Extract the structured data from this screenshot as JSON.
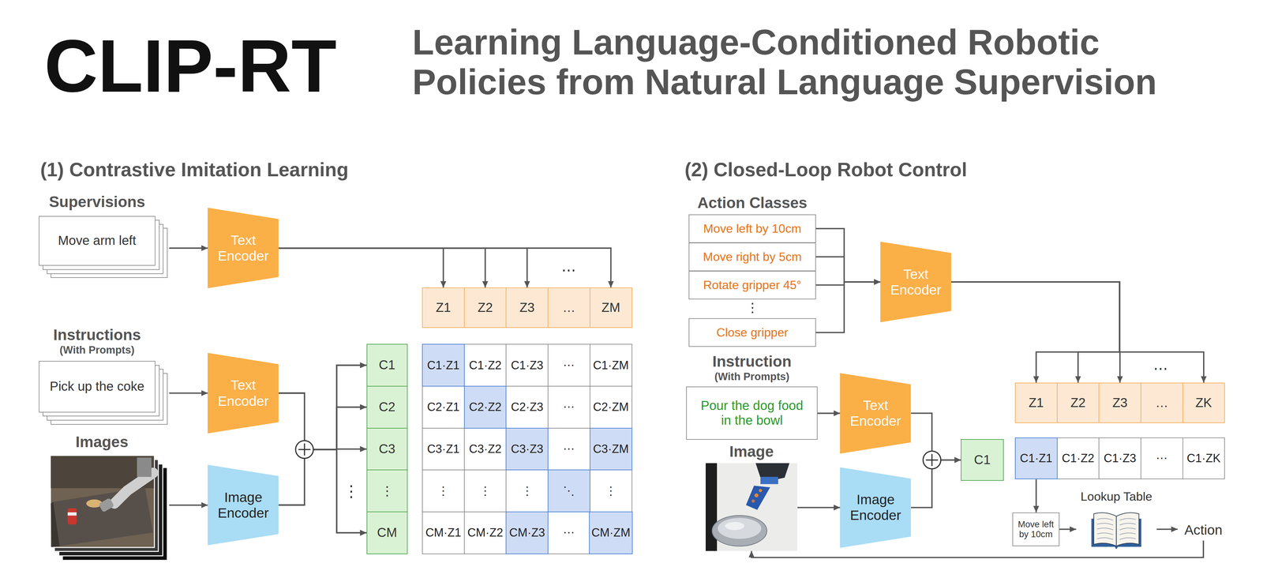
{
  "diagram": {
    "title": "CLIP-RT",
    "nodes": [
      {
        "text": [
          "Supervisions",
          "Move arm left"
        ]
      },
      {
        "text": [
          "Text Encoder"
        ]
      },
      {
        "text": [
          "Instructions",
          "(With Prompts)",
          "Pick up the coke"
        ]
      },
      {
        "text": [
          "Text Encoder"
        ]
      },
      {
        "text": [
          "Images"
        ]
      },
      {
        "text": [
          "Image Encoder"
        ]
      },
      {
        "text": [
          "Z1"
        ]
      },
      {
        "text": [
          "Z2"
        ]
      },
      {
        "text": [
          "Z3"
        ]
      },
      {
        "text": [
          "…"
        ]
      },
      {
        "text": [
          "ZM"
        ]
      },
      {
        "text": [
          "C1"
        ]
      },
      {
        "text": [
          "C2"
        ]
      },
      {
        "text": [
          "C3"
        ]
      },
      {
        "text": [
          "⋮"
        ]
      },
      {
        "text": [
          "CM"
        ]
      },
      {
        "text": [
          "C1·Z1"
        ]
      },
      {
        "text": [
          "C1·Z2"
        ]
      },
      {
        "text": [
          "C1·Z3"
        ]
      },
      {
        "text": [
          "⋯"
        ]
      },
      {
        "text": [
          "C1·ZM"
        ]
      },
      {
        "text": [
          "C2·Z1"
        ]
      },
      {
        "text": [
          "C2·Z2"
        ]
      },
      {
        "text": [
          "C2·Z3"
        ]
      },
      {
        "text": [
          "⋯"
        ]
      },
      {
        "text": [
          "C2·ZM"
        ]
      },
      {
        "text": [
          "C3·Z1"
        ]
      },
      {
        "text": [
          "C3·Z2"
        ]
      },
      {
        "text": [
          "C3·Z3"
        ]
      },
      {
        "text": [
          "⋯"
        ]
      },
      {
        "text": [
          "C3·ZM"
        ]
      },
      {
        "text": [
          "⋮"
        ]
      },
      {
        "text": [
          "⋮"
        ]
      },
      {
        "text": [
          "⋮"
        ]
      },
      {
        "text": [
          "⋱"
        ]
      },
      {
        "text": [
          "⋮"
        ]
      },
      {
        "text": [
          "CM·Z1"
        ]
      },
      {
        "text": [
          "CM·Z2"
        ]
      },
      {
        "text": [
          "CM·Z3"
        ]
      },
      {
        "text": [
          "⋯"
        ]
      },
      {
        "text": [
          "CM·ZM"
        ]
      },
      {
        "text": [
          "Move left by 10cm"
        ]
      },
      {
        "text": [
          "Move right by 5cm"
        ]
      },
      {
        "text": [
          "Rotate gripper 45°"
        ]
      },
      {
        "text": [
          "Close gripper"
        ]
      },
      {
        "text": [
          "Text Encoder"
        ]
      },
      {
        "text": [
          "Instruction",
          "(With Prompts)",
          "Pour the dog food in the bowl"
        ]
      },
      {
        "text": [
          "Text Encoder"
        ]
      },
      {
        "text": [
          "Image"
        ]
      },
      {
        "text": [
          "Image Encoder"
        ]
      },
      {
        "text": [
          "C1"
        ]
      },
      {
        "text": [
          "Z1"
        ]
      },
      {
        "text": [
          "Z2"
        ]
      },
      {
        "text": [
          "Z3"
        ]
      },
      {
        "text": [
          "…"
        ]
      },
      {
        "text": [
          "ZK"
        ]
      },
      {
        "text": [
          "C1·Z1"
        ]
      },
      {
        "text": [
          "C1·Z2"
        ]
      },
      {
        "text": [
          "C1·Z3"
        ]
      },
      {
        "text": [
          "⋯"
        ]
      },
      {
        "text": [
          "C1·ZK"
        ]
      },
      {
        "text": [
          "Move left by 10cm"
        ]
      },
      {
        "text": [
          "Lookup Table"
        ]
      },
      {
        "text": [
          "Action"
        ]
      }
    ],
    "edges": [
      {
        "from": 0,
        "to": 1,
        "arrow": "to"
      },
      {
        "from": 2,
        "to": 3,
        "arrow": "to"
      },
      {
        "from": 4,
        "to": 5,
        "arrow": "to"
      },
      {
        "from": 1,
        "to": 6,
        "arrow": "to"
      },
      {
        "from": 1,
        "to": 7,
        "arrow": "to"
      },
      {
        "from": 1,
        "to": 8,
        "arrow": "to"
      },
      {
        "from": 1,
        "to": 10,
        "arrow": "to"
      },
      {
        "from": 3,
        "to": 11,
        "arrow": "to"
      },
      {
        "from": 3,
        "to": 12,
        "arrow": "to"
      },
      {
        "from": 3,
        "to": 13,
        "arrow": "to"
      },
      {
        "from": 3,
        "to": 15,
        "arrow": "to"
      },
      {
        "from": 5,
        "to": 11,
        "arrow": "to"
      },
      {
        "from": 5,
        "to": 12,
        "arrow": "to"
      },
      {
        "from": 5,
        "to": 13,
        "arrow": "to"
      },
      {
        "from": 5,
        "to": 15,
        "arrow": "to"
      },
      {
        "from": 41,
        "to": 45,
        "arrow": "to"
      },
      {
        "from": 42,
        "to": 45,
        "arrow": "to"
      },
      {
        "from": 43,
        "to": 45,
        "arrow": "to"
      },
      {
        "from": 44,
        "to": 45,
        "arrow": "to"
      },
      {
        "from": 46,
        "to": 47,
        "arrow": "to"
      },
      {
        "from": 48,
        "to": 49,
        "arrow": "to"
      },
      {
        "from": 45,
        "to": 51,
        "arrow": "to"
      },
      {
        "from": 45,
        "to": 52,
        "arrow": "to"
      },
      {
        "from": 45,
        "to": 53,
        "arrow": "to"
      },
      {
        "from": 45,
        "to": 55,
        "arrow": "to"
      },
      {
        "from": 47,
        "to": 50,
        "arrow": "to"
      },
      {
        "from": 49,
        "to": 50,
        "arrow": "to"
      },
      {
        "from": 56,
        "to": 61,
        "arrow": "to"
      },
      {
        "from": 61,
        "to": 62,
        "arrow": "to"
      },
      {
        "from": 62,
        "to": 63,
        "arrow": "to"
      },
      {
        "from": 63,
        "to": 48,
        "arrow": "to"
      }
    ],
    "labels": [
      "Learning Language-Conditioned Robotic Policies from Natural Language Supervision",
      "(1) Contrastive Imitation Learning",
      "(2) Closed-Loop Robot Control",
      "⋯",
      "⋮",
      "Action Classes",
      "⋮",
      "⋯"
    ]
  }
}
